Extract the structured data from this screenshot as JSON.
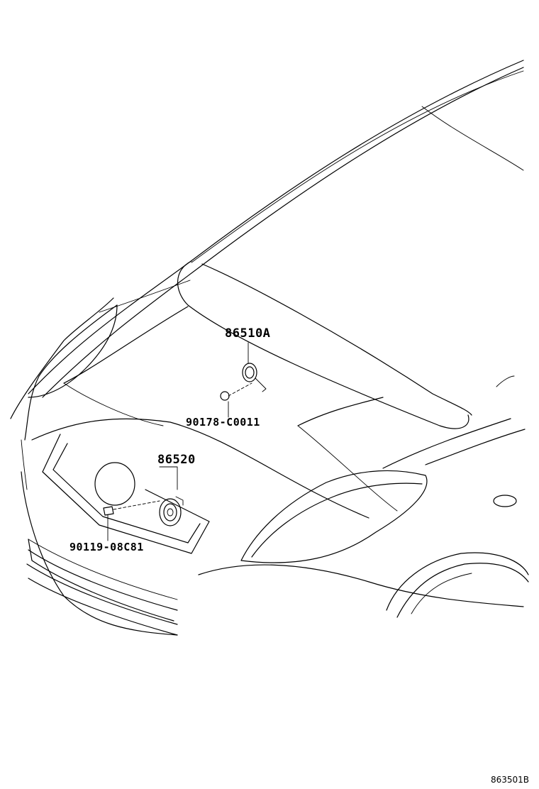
{
  "parts": {
    "horn_high": "86510A",
    "horn_nut": "90178-C0011",
    "horn_low": "86520",
    "horn_bolt": "90119-08C81"
  },
  "diagram_code": "863501B"
}
